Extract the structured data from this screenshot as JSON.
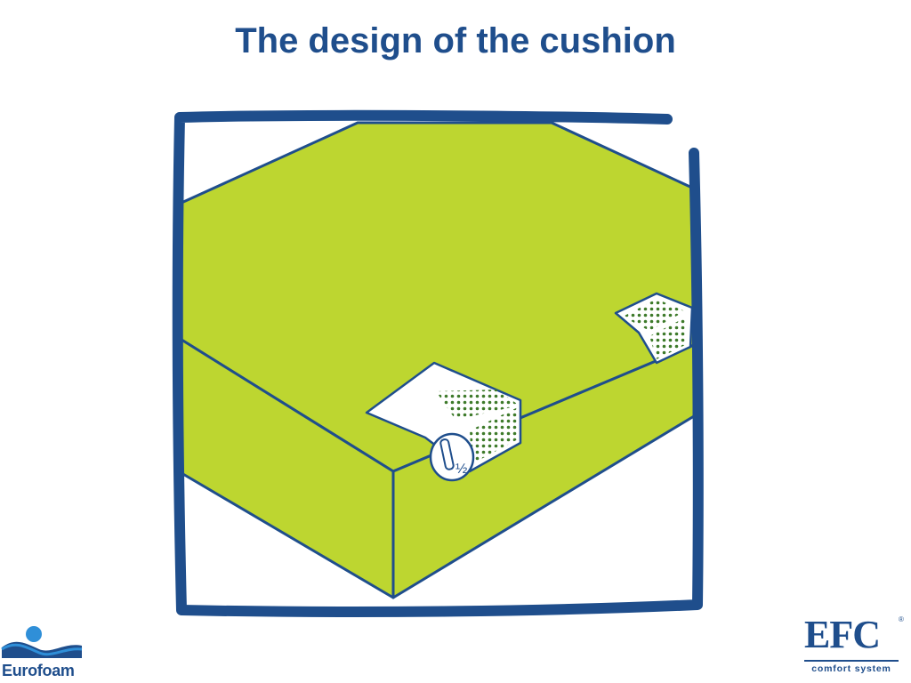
{
  "slide": {
    "title": "The design of the cushion"
  },
  "illustration": {
    "zipper_pull_mark": "½",
    "colors": {
      "foam": "#bdd630",
      "outline": "#1f4e8c",
      "frame": "#1f4e8c",
      "mesh": "#ffffff",
      "mesh_dots": "#3d7a2a"
    }
  },
  "logos": {
    "left": {
      "name": "Eurofoam",
      "icon": "eurofoam-wave-logo"
    },
    "right": {
      "name": "EFC",
      "registered": "®",
      "tagline": "comfort system"
    }
  }
}
